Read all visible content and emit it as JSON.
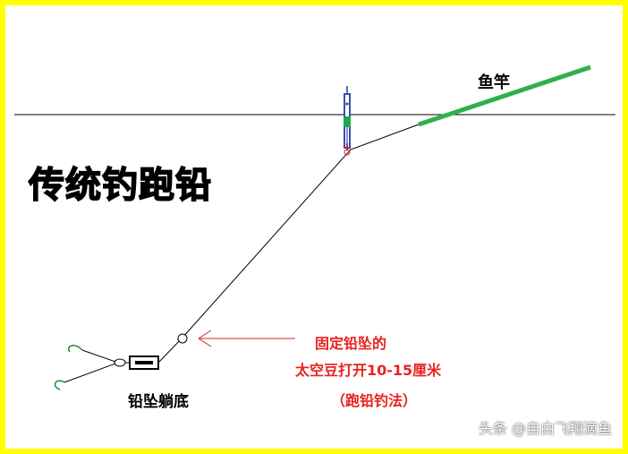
{
  "title": "传统钓跑铅",
  "labels": {
    "rod": "鱼竿",
    "sinker_on_bottom": "铅坠躺底"
  },
  "annotation": {
    "line1": "固定铅坠的",
    "line2": "太空豆打开10-15厘米",
    "line3": "（跑铅钓法）"
  },
  "watermark": "头条 @自由飞翔滴鱼",
  "colors": {
    "frame": "#ffff00",
    "rod": "#2fb24c",
    "annotation": "#e8231f",
    "float_body": "#3a4fb0",
    "float_band": "#21a84a",
    "hook": "#1e8a3c",
    "line": "#000000"
  },
  "icons": [
    "fishing-rod",
    "float",
    "sinker",
    "space-bean",
    "hook",
    "arrow"
  ]
}
